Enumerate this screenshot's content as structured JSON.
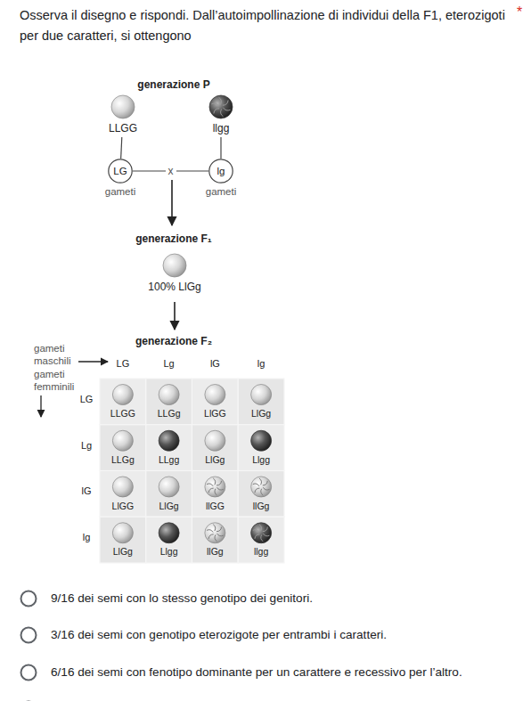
{
  "diagram": {
    "title": "Osserva il disegno e rispondi. Dall’autoimpollinazione di individui della F1, eterozigoti per due caratteri, si ottengono",
    "nodes": [
      {
        "text": [
          "LLGG"
        ]
      },
      {
        "text": [
          "llgg"
        ]
      },
      {
        "text": [
          "LG",
          "gameti"
        ]
      },
      {
        "text": [
          "lg",
          "gameti"
        ]
      },
      {
        "text": [
          "100% LlGg"
        ]
      }
    ],
    "edges": [
      {
        "from": 0,
        "to": 2,
        "arrow": "none"
      },
      {
        "from": 1,
        "to": 3,
        "arrow": "none"
      },
      {
        "from": 2,
        "to": 3,
        "label": "x",
        "arrow": "none"
      }
    ],
    "labels": [
      "*",
      "generazione P",
      "generazione F₁",
      "generazione F₂",
      "gameti maschili",
      "gameti femminili",
      "LG",
      "Lg",
      "lG",
      "lg",
      "LG",
      "Lg",
      "lG",
      "lg",
      "LLGG",
      "LLGg",
      "LlGG",
      "LlGg",
      "LLGg",
      "LLgg",
      "LlGg",
      "Llgg",
      "LlGG",
      "LlGg",
      "llGG",
      "llGg",
      "LlGg",
      "Llgg",
      "llGg",
      "llgg",
      "9/16 dei semi con lo stesso genotipo dei genitori.",
      "3/16 dei semi con genotipo eterozigote per entrambi i caratteri.",
      "6/16 dei semi con fenotipo dominante per un carattere e recessivo per l’altro."
    ]
  }
}
